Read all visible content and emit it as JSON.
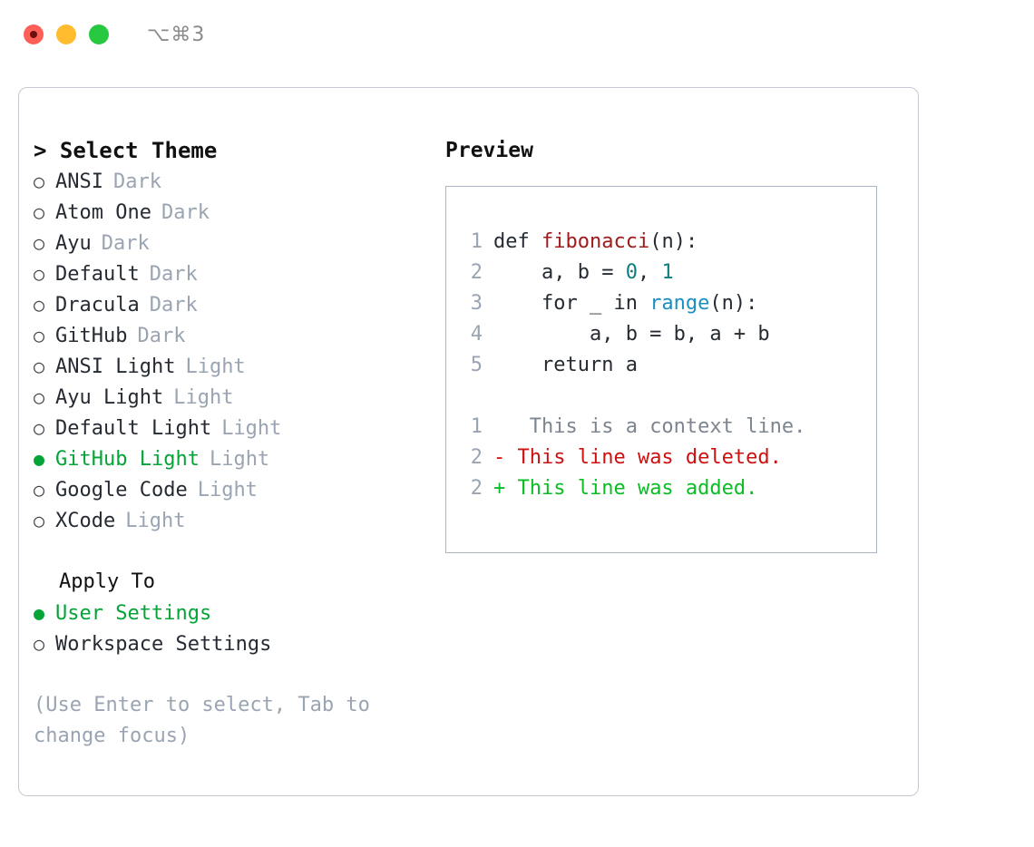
{
  "window": {
    "shortcut": "⌥⌘3",
    "traffic_lights": [
      {
        "name": "close-button",
        "color": "#ff5f57"
      },
      {
        "name": "minimize-button",
        "color": "#febc2e"
      },
      {
        "name": "maximize-button",
        "color": "#28c840"
      }
    ]
  },
  "theme_panel": {
    "title": "> Select Theme",
    "bullet_empty": "○",
    "bullet_filled": "●",
    "items": [
      {
        "name": "ANSI",
        "variant": "Dark",
        "selected": false
      },
      {
        "name": "Atom One",
        "variant": "Dark",
        "selected": false
      },
      {
        "name": "Ayu",
        "variant": "Dark",
        "selected": false
      },
      {
        "name": "Default",
        "variant": "Dark",
        "selected": false
      },
      {
        "name": "Dracula",
        "variant": "Dark",
        "selected": false
      },
      {
        "name": "GitHub",
        "variant": "Dark",
        "selected": false
      },
      {
        "name": "ANSI Light",
        "variant": "Light",
        "selected": false
      },
      {
        "name": "Ayu Light",
        "variant": "Light",
        "selected": false
      },
      {
        "name": "Default Light",
        "variant": "Light",
        "selected": false
      },
      {
        "name": "GitHub Light",
        "variant": "Light",
        "selected": true
      },
      {
        "name": "Google Code",
        "variant": "Light",
        "selected": false
      },
      {
        "name": "XCode",
        "variant": "Light",
        "selected": false
      }
    ]
  },
  "apply_to": {
    "title": "Apply To",
    "options": [
      {
        "label": "User Settings",
        "selected": true
      },
      {
        "label": "Workspace Settings",
        "selected": false
      }
    ]
  },
  "hint": "(Use Enter to select, Tab to change focus)",
  "preview": {
    "title": "Preview",
    "code_lines": [
      {
        "no": "1",
        "tokens": [
          {
            "t": "def ",
            "c": "plain"
          },
          {
            "t": "fibonacci",
            "c": "func"
          },
          {
            "t": "(n):",
            "c": "plain"
          }
        ]
      },
      {
        "no": "2",
        "tokens": [
          {
            "t": "    a, b = ",
            "c": "plain"
          },
          {
            "t": "0",
            "c": "num"
          },
          {
            "t": ", ",
            "c": "plain"
          },
          {
            "t": "1",
            "c": "num"
          }
        ]
      },
      {
        "no": "3",
        "tokens": [
          {
            "t": "    for _ in ",
            "c": "plain"
          },
          {
            "t": "range",
            "c": "builtin"
          },
          {
            "t": "(n):",
            "c": "plain"
          }
        ]
      },
      {
        "no": "4",
        "tokens": [
          {
            "t": "        a, b = b, a + b",
            "c": "plain"
          }
        ]
      },
      {
        "no": "5",
        "tokens": [
          {
            "t": "    return a",
            "c": "plain"
          }
        ]
      }
    ],
    "diff_lines": [
      {
        "no": "1",
        "marker": " ",
        "text": "  This is a context line.",
        "kind": "ctx"
      },
      {
        "no": "2",
        "marker": "-",
        "text": " This line was deleted.",
        "kind": "del"
      },
      {
        "no": "2",
        "marker": "+",
        "text": " This line was added.",
        "kind": "add"
      }
    ]
  },
  "colors": {
    "accent_green": "#04a437",
    "muted_gray": "#9aa4b2",
    "code_func_red": "#a01b1b",
    "code_number_teal": "#0d7d7d",
    "code_builtin_blue": "#1a8fc0",
    "diff_deleted_red": "#cc1111",
    "diff_added_green": "#0bbd25",
    "panel_border": "#c5cad2",
    "preview_border": "#aab4c2"
  }
}
